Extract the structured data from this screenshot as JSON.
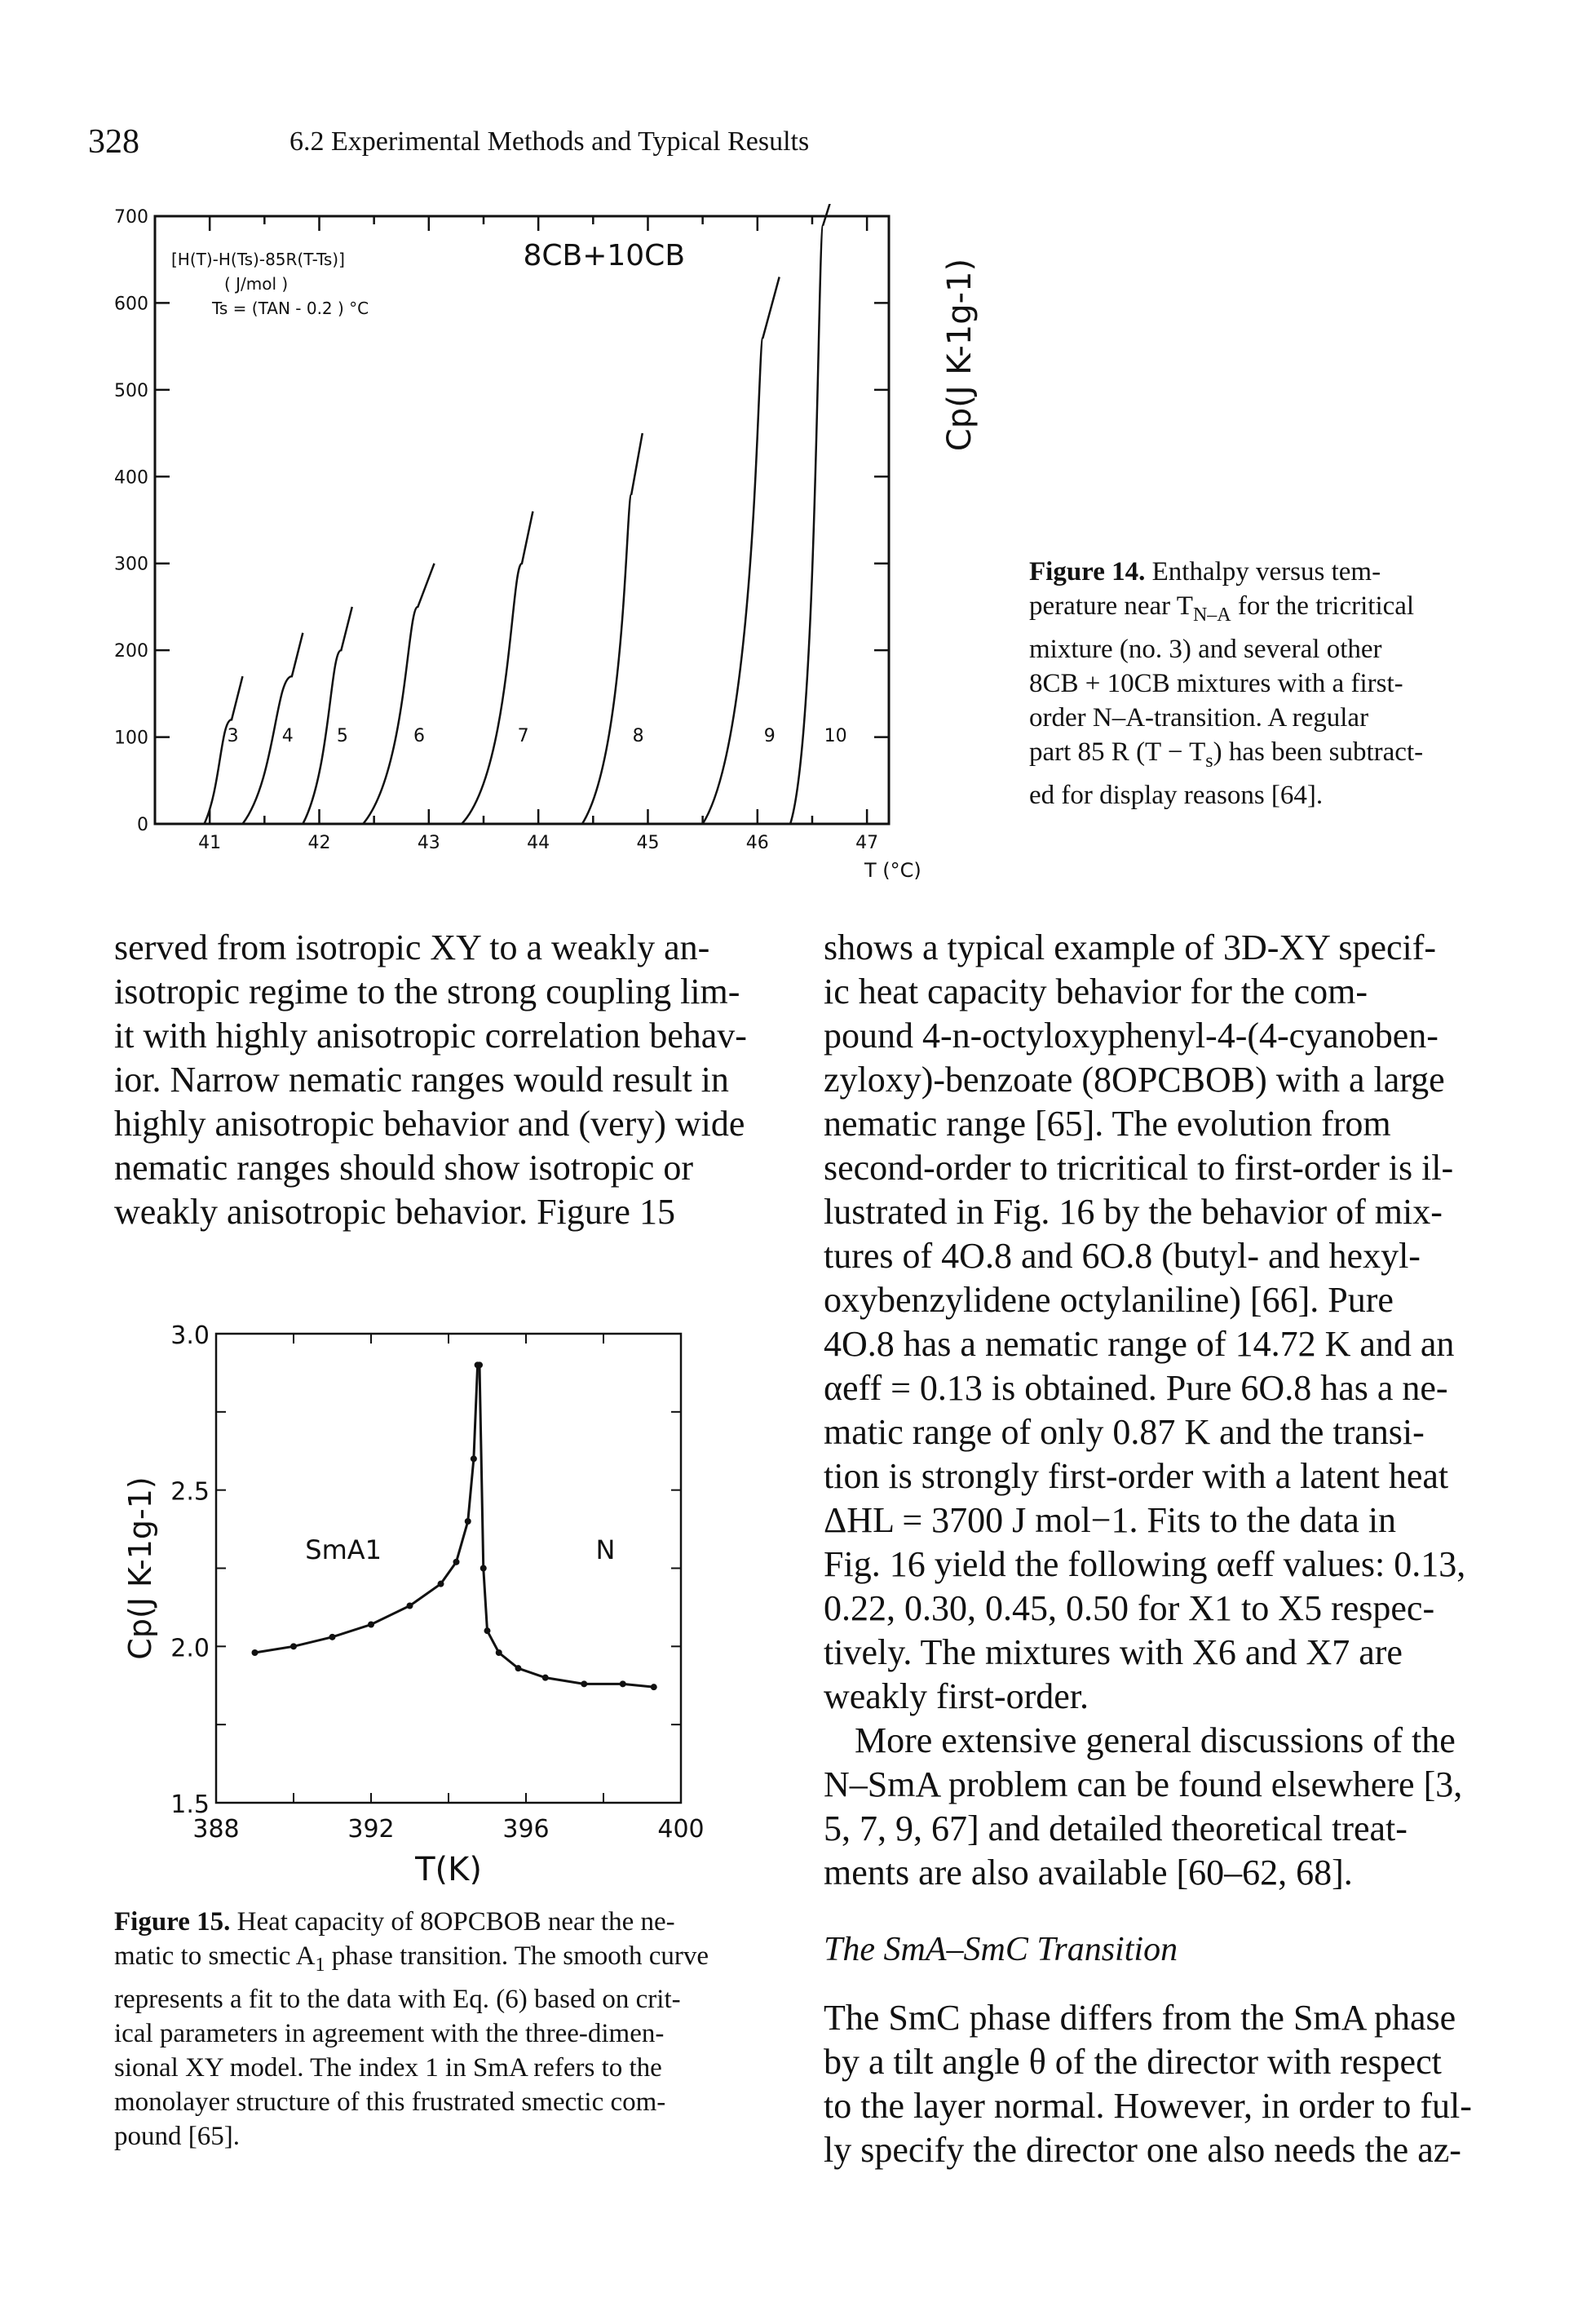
{
  "header": {
    "page_number": "328",
    "running_head": "6.2  Experimental Methods and Typical Results"
  },
  "figure14": {
    "caption_label": "Figure 14.",
    "caption_text": "Enthalpy versus temperature near T N–A for the tricritical mixture (no. 3) and several other 8CB + 10CB mixtures with a first-order N–A-transition. A regular part 85 R (T − Ts) has been subtracted for display reasons [64].",
    "caption_lines": [
      "Enthalpy versus tem-",
      "perature near T",
      "for the tricritical",
      "mixture (no. 3) and several other",
      "8CB + 10CB mixtures with a first-",
      "order N–A-transition. A regular",
      "part 85 R (T − T",
      ") has been subtract-",
      "ed for display reasons [64]."
    ],
    "caption_sub_nA": "N–A",
    "caption_sub_s": "s",
    "inner_label_1": "[H(T)-H(Ts)-85R(T-Ts)]",
    "inner_label_2": "( J/mol )",
    "inner_label_3": "Ts = (TAN - 0.2 )  °C",
    "title": "8CB+10CB",
    "right_axis_label": "Cp(J K-1g-1)",
    "x_axis_label": "T (°C)"
  },
  "figure15": {
    "caption_label": "Figure 15.",
    "caption_lines": [
      "Heat capacity of 8OPCBOB near the ne-",
      "matic to smectic A",
      " phase transition. The smooth curve",
      "represents a fit to the data with Eq. (6) based on crit-",
      "ical parameters in agreement with the three-dimen-",
      "sional XY model. The index 1 in SmA refers to the",
      "monolayer structure of this frustrated smectic com-",
      "pound [65]."
    ],
    "caption_sub_1": "1",
    "phase_left": "SmA1",
    "phase_right": "N",
    "y_axis_label": "Cp(J K-1g-1)",
    "x_axis_label": "T(K)"
  },
  "chart_data": [
    {
      "type": "line",
      "title": "8CB+10CB",
      "xlabel": "T (°C)",
      "ylabel": "[H(T)-H(Ts)-85R(T-Ts)] (J/mol)",
      "xlim": [
        40.5,
        47.2
      ],
      "ylim": [
        0,
        700
      ],
      "x_ticks": [
        41,
        42,
        43,
        44,
        45,
        46,
        47
      ],
      "y_ticks": [
        0,
        100,
        200,
        300,
        400,
        500,
        600,
        700
      ],
      "series": [
        {
          "name": "3",
          "x": [
            40.95,
            41.1,
            41.2,
            41.3
          ],
          "y": [
            0,
            40,
            120,
            170
          ]
        },
        {
          "name": "4",
          "x": [
            41.3,
            41.6,
            41.75,
            41.85
          ],
          "y": [
            0,
            50,
            170,
            220
          ]
        },
        {
          "name": "5",
          "x": [
            41.85,
            42.1,
            42.2,
            42.3
          ],
          "y": [
            0,
            60,
            200,
            250
          ]
        },
        {
          "name": "6",
          "x": [
            42.4,
            42.8,
            42.9,
            43.05
          ],
          "y": [
            0,
            60,
            250,
            300
          ]
        },
        {
          "name": "7",
          "x": [
            43.3,
            43.75,
            43.85,
            43.95
          ],
          "y": [
            0,
            60,
            300,
            360
          ]
        },
        {
          "name": "8",
          "x": [
            44.4,
            44.8,
            44.85,
            44.95
          ],
          "y": [
            0,
            80,
            380,
            450
          ]
        },
        {
          "name": "9",
          "x": [
            45.5,
            46.0,
            46.05,
            46.2
          ],
          "y": [
            0,
            100,
            560,
            630
          ]
        },
        {
          "name": "10",
          "x": [
            46.3,
            46.55,
            46.6,
            46.7
          ],
          "y": [
            0,
            100,
            690,
            730
          ]
        }
      ]
    },
    {
      "type": "scatter",
      "xlabel": "T(K)",
      "ylabel": "Cp(J K-1g-1)",
      "xlim": [
        388,
        400
      ],
      "ylim": [
        1.5,
        3.0
      ],
      "x_ticks": [
        388,
        392,
        396,
        400
      ],
      "y_ticks": [
        1.5,
        2.0,
        2.5,
        3.0
      ],
      "series": [
        {
          "name": "SmA1",
          "x": [
            389.0,
            390.0,
            391.0,
            392.0,
            393.0,
            393.8,
            394.2,
            394.5,
            394.65,
            394.75
          ],
          "y": [
            1.98,
            2.0,
            2.03,
            2.07,
            2.13,
            2.2,
            2.27,
            2.4,
            2.6,
            2.9
          ]
        },
        {
          "name": "N",
          "x": [
            394.8,
            394.9,
            395.0,
            395.3,
            395.8,
            396.5,
            397.5,
            398.5,
            399.3
          ],
          "y": [
            2.9,
            2.25,
            2.05,
            1.98,
            1.93,
            1.9,
            1.88,
            1.88,
            1.87
          ]
        }
      ]
    }
  ],
  "left_column": {
    "lines": [
      "served from isotropic XY to a weakly an-",
      "isotropic regime to the strong coupling lim-",
      "it with highly anisotropic correlation behav-",
      "ior. Narrow nematic ranges would result in",
      "highly anisotropic behavior and (very) wide",
      "nematic ranges should show isotropic or",
      "weakly anisotropic behavior. Figure 15"
    ]
  },
  "right_column": {
    "p1_lines": [
      "shows a typical example of 3D-XY specif-",
      "ic heat capacity behavior for the com-",
      "pound 4-n-octyloxyphenyl-4-(4-cyanoben-",
      "zyloxy)-benzoate (8OPCBOB) with a large",
      "nematic range [65]. The evolution from",
      "second-order to tricritical to first-order is il-",
      "lustrated in Fig. 16 by the behavior of mix-",
      "tures of 4O.8 and 6O.8 (butyl- and hexyl-",
      "oxybenzylidene octylaniline) [66]. Pure",
      "4O.8 has a nematic range of 14.72 K and an",
      "αeff = 0.13 is obtained. Pure 6O.8 has a ne-",
      "matic range of only 0.87 K and the transi-",
      "tion is strongly first-order with a latent heat",
      "ΔHL = 3700 J mol−1. Fits to the data in",
      "Fig. 16 yield the following αeff values: 0.13,",
      "0.22, 0.30, 0.45, 0.50 for X1 to X5 respec-",
      "tively. The mixtures with X6 and X7 are",
      "weakly first-order."
    ],
    "p2_lines": [
      "More extensive general discussions of the",
      "N–SmA problem can be found elsewhere [3,",
      "5, 7, 9, 67] and detailed theoretical treat-",
      "ments are also available [60–62, 68]."
    ],
    "section_title": "The SmA–SmC Transition",
    "p3_lines": [
      "The SmC phase differs from the SmA phase",
      "by a tilt angle θ of the director with respect",
      "to the layer normal. However, in order to ful-",
      "ly specify the director one also needs the az-"
    ]
  }
}
